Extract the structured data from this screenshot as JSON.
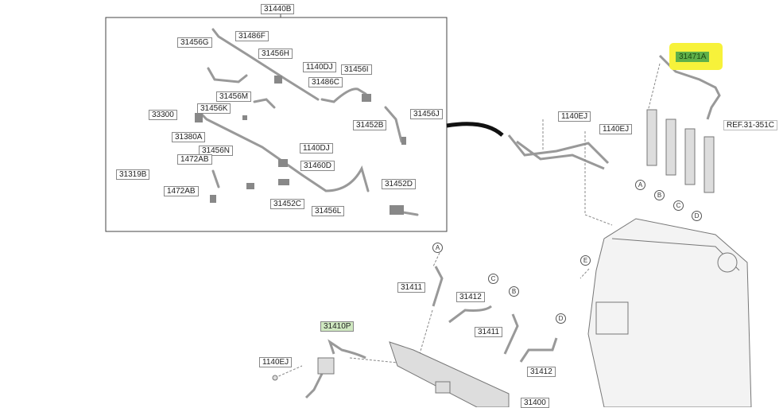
{
  "title_label": "31440B",
  "box_labels": [
    {
      "id": "31456G"
    },
    {
      "id": "31486F"
    },
    {
      "id": "31456H"
    },
    {
      "id": "1140DJ"
    },
    {
      "id": "31456I"
    },
    {
      "id": "31486C"
    },
    {
      "id": "31456M"
    },
    {
      "id": "31456K"
    },
    {
      "id": "33300"
    },
    {
      "id": "31452B"
    },
    {
      "id": "31456J"
    },
    {
      "id": "31380A"
    },
    {
      "id": "31456N"
    },
    {
      "id": "1140DJ"
    },
    {
      "id": "1472AB"
    },
    {
      "id": "31460D"
    },
    {
      "id": "31319B"
    },
    {
      "id": "1472AB"
    },
    {
      "id": "31452D"
    },
    {
      "id": "31452C"
    },
    {
      "id": "31456L"
    }
  ],
  "right_labels": {
    "highlighted": "31471A",
    "bolt1": "1140EJ",
    "bolt2": "1140EJ",
    "ref": "REF.31-351C"
  },
  "injector_refs": [
    "A",
    "B",
    "C",
    "D",
    "E"
  ],
  "bottom_refs": [
    "A",
    "C",
    "B",
    "D"
  ],
  "bottom_labels": {
    "pipe1": "31411",
    "pipe2": "31412",
    "pipe3": "31411",
    "pipe4": "31412",
    "feed": "31410P",
    "bolt": "1140EJ",
    "rail": "31400"
  },
  "colors": {
    "highlight": "#f7f23a",
    "selected": "#5fb04a",
    "feed_highlight": "#cfe8c0"
  }
}
